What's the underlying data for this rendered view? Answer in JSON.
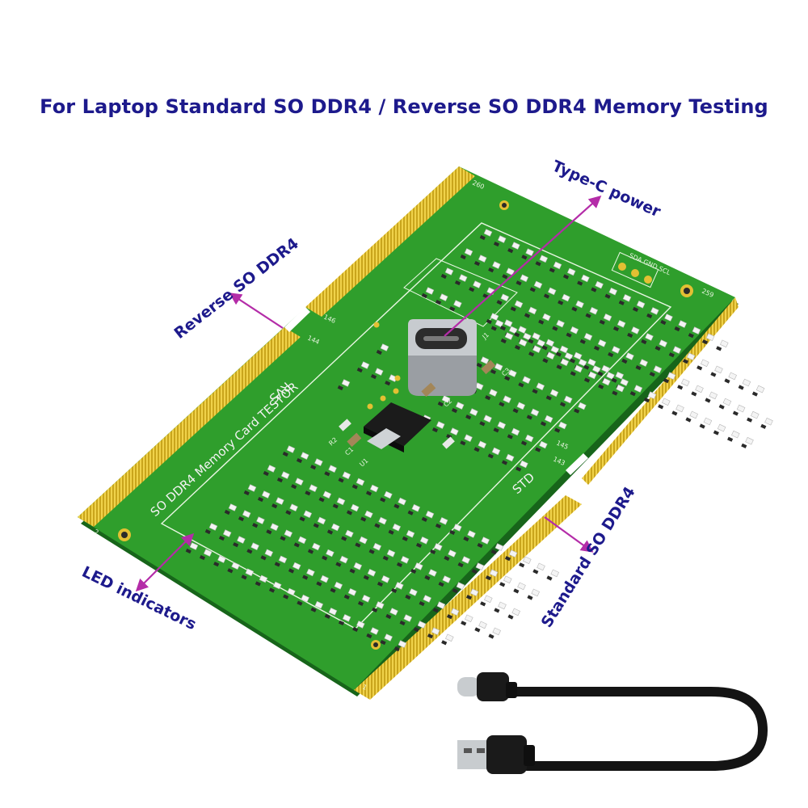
{
  "headline": "For Laptop Standard SO DDR4 / Reverse SO DDR4 Memory Testing",
  "callouts": {
    "type_c": "Type-C power",
    "reverse": "Reverse SO DDR4",
    "standard": "Standard SO DDR4",
    "led": "LED indicators"
  },
  "board_silkscreen": {
    "title": "SO DDR4 Memory Card TESTOR",
    "rvs": "RVS",
    "std": "STD",
    "pin_260": "260",
    "pin_259": "259",
    "pin_146": "146",
    "pin_144": "144",
    "pin_145": "145",
    "pin_143": "143",
    "pin_2": "2",
    "pin_1": "1",
    "header_labels": "SDA GND SCL",
    "u1": "U1",
    "c1": "C1",
    "c2": "C2",
    "c3": "C3",
    "r2": "R2",
    "j1": "J1"
  },
  "colors": {
    "pcb": "#2f9e2c",
    "pcb_dark": "#1f7a1f",
    "gold": "#d9b92a",
    "arrow": "#b42ca8",
    "text": "#1d1a8c"
  },
  "icons": {
    "cable": "usb-c-to-usb-a-cable-icon"
  }
}
